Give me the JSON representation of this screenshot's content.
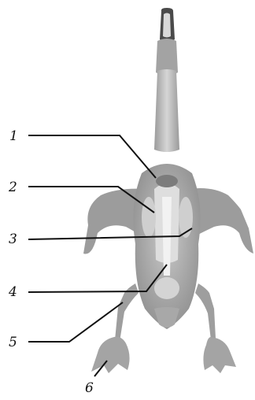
{
  "colors": {
    "background": "#ffffff",
    "body_dark": "#8f8f8f",
    "body_mid": "#b4b4b4",
    "body_light": "#e2e2e2",
    "leader": "#111111"
  },
  "labels": [
    "1",
    "2",
    "3",
    "4",
    "5",
    "6"
  ]
}
